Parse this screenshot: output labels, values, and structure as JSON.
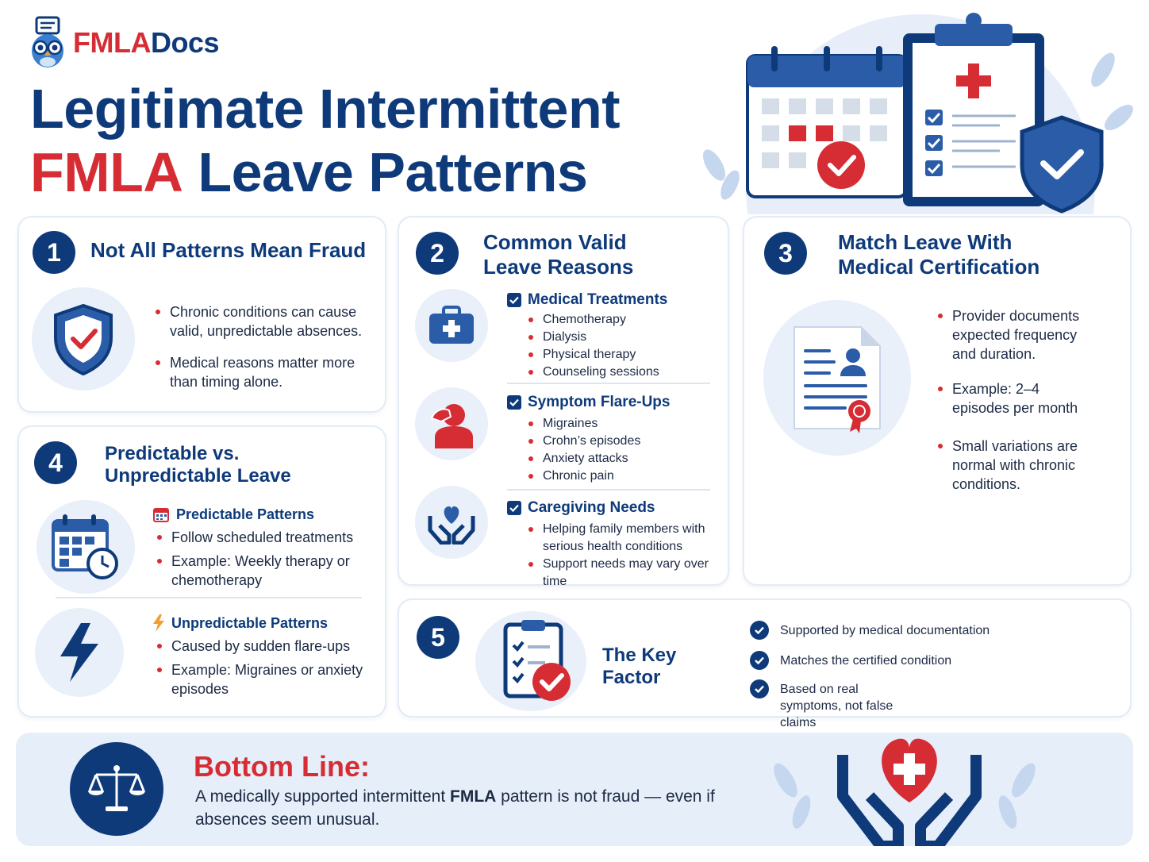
{
  "header": {
    "logo_part1": "FMLA",
    "logo_part2": "Docs",
    "title_line1": "Legitimate Intermittent",
    "title_red": "FMLA",
    "title_rest": "Leave Patterns"
  },
  "card1": {
    "number": "1",
    "title": "Not All Patterns Mean Fraud",
    "bullets": [
      "Chronic conditions can cause valid, unpredictable absences.",
      "Medical reasons matter more than timing alone."
    ]
  },
  "card2": {
    "number": "2",
    "title": "Common Valid Leave Reasons",
    "sections": [
      {
        "heading": "Medical Treatments",
        "items": [
          "Chemotherapy",
          "Dialysis",
          "Physical therapy",
          "Counseling sessions"
        ]
      },
      {
        "heading": "Symptom Flare-Ups",
        "items": [
          "Migraines",
          "Crohn’s episodes",
          "Anxiety attacks",
          "Chronic pain"
        ]
      },
      {
        "heading": "Caregiving Needs",
        "items": [
          "Helping family members with serious health conditions",
          "Support needs may vary over time"
        ]
      }
    ]
  },
  "card3": {
    "number": "3",
    "title": "Match Leave With Medical Certification",
    "bullets": [
      "Provider documents expected frequency and duration.",
      "Example: 2–4 episodes per month",
      "Small variations are normal with chronic conditions."
    ]
  },
  "card4": {
    "number": "4",
    "title": "Predictable vs. Unpredictable Leave",
    "predictable": {
      "heading": "Predictable Patterns",
      "items": [
        "Follow scheduled treatments",
        "Example: Weekly therapy or chemotherapy"
      ]
    },
    "unpredictable": {
      "heading": "Unpredictable Patterns",
      "items": [
        "Caused by sudden flare-ups",
        "Example: Migraines or anxiety episodes"
      ]
    }
  },
  "card5": {
    "number": "5",
    "title": "The Key Factor",
    "items": [
      "Supported by medical documentation",
      "Matches the certified condition",
      "Based on real symptoms, not false claims"
    ]
  },
  "bottom": {
    "title": "Bottom Line:",
    "text_part1": "A medically supported intermittent ",
    "text_bold": "FMLA",
    "text_part2": " pattern is not fraud — even if absences seem unusual."
  },
  "colors": {
    "navy": "#0e3a7a",
    "red": "#d62d34",
    "light_blue": "#e9f0fa"
  }
}
